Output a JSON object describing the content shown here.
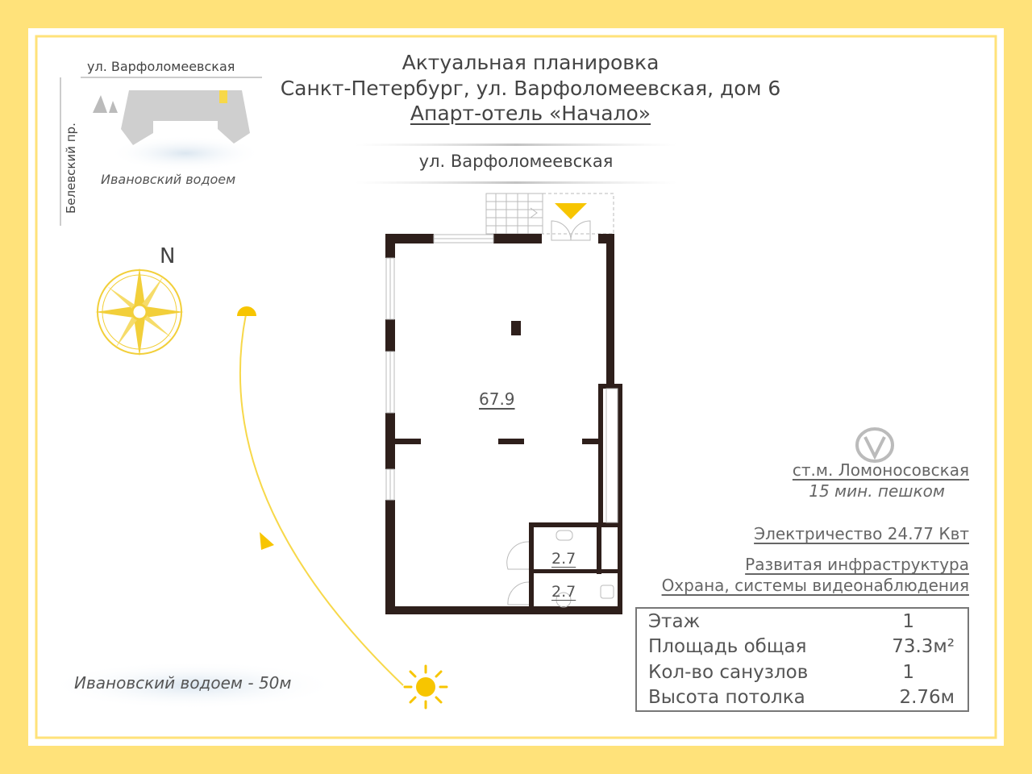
{
  "header": {
    "line1": "Актуальная планировка",
    "line2": "Санкт-Петербург, ул. Варфоломеевская, дом 6",
    "line3": "Апарт-отель «Начало»"
  },
  "street_label": "ул. Варфоломеевская",
  "minimap": {
    "street_top": "ул. Варфоломеевская",
    "street_side": "Белевский пр.",
    "water": "Ивановский водоем"
  },
  "compass": {
    "north": "N"
  },
  "water_distance": "Ивановский водоем - 50м",
  "rooms": [
    {
      "area": "67.9"
    },
    {
      "area": "2.7"
    },
    {
      "area": "2.7"
    }
  ],
  "metro": {
    "station": "ст.м. Ломоносовская",
    "walk": "15 мин. пешком"
  },
  "features": {
    "electricity": "Электричество 24.77 Квт",
    "infra": "Развитая инфраструктура",
    "security": "Охрана, системы видеонаблюдения"
  },
  "specs": [
    {
      "label": "Этаж",
      "value": "1"
    },
    {
      "label": "Площадь общая",
      "value": "73.3м²"
    },
    {
      "label": "Кол-во санузлов",
      "value": "1"
    },
    {
      "label": "Высота потолка",
      "value": "2.76м"
    }
  ],
  "colors": {
    "accent": "#ffe27a",
    "sun": "#f7c500",
    "wall": "#2e1f1b"
  }
}
